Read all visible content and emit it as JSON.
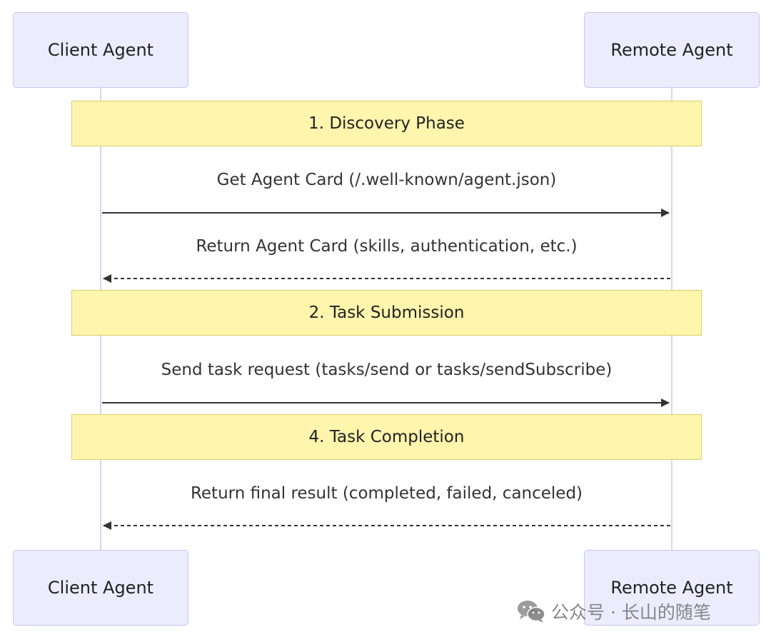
{
  "participants": {
    "client": "Client Agent",
    "remote": "Remote Agent"
  },
  "phases": {
    "discovery": "1. Discovery Phase",
    "submission": "2. Task Submission",
    "completion": "4. Task Completion"
  },
  "messages": {
    "get_card": "Get Agent Card (/.well-known/agent.json)",
    "return_card": "Return Agent Card (skills, authentication, etc.)",
    "send_task": "Send task request (tasks/send or tasks/sendSubscribe)",
    "return_result": "Return final result (completed, failed, canceled)"
  },
  "watermark": {
    "text": "公众号 · 长山的随笔",
    "icon": "wechat-icon"
  },
  "colors": {
    "actor_fill": "#ececff",
    "actor_border": "#c9c4ee",
    "note_fill": "#fff5ad",
    "note_border": "#d8cf6e",
    "arrow": "#333333"
  }
}
